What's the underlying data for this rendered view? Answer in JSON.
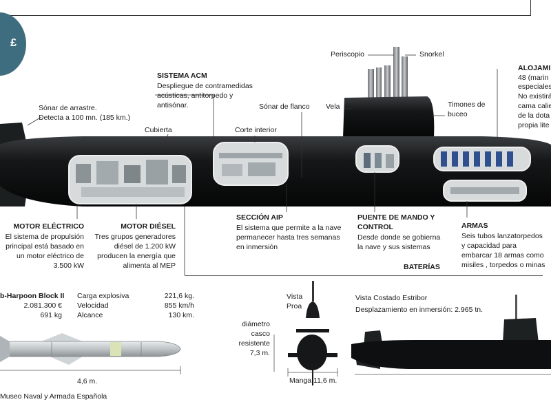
{
  "header": {
    "periscopio": "Periscopio",
    "snorkel": "Snorkel",
    "alojamiento_title": "ALOJAMI",
    "alojamiento_lines": [
      "48 (marin",
      "especiales",
      "No existirá",
      "cama calie",
      "de la dota",
      "propia lite"
    ]
  },
  "labels": {
    "sistema_acm_title": "SISTEMA ACM",
    "sistema_acm_lines": [
      "Despliegue de contramedidas",
      "acústicas, antitorpedo y",
      "antisónar."
    ],
    "sonar_arrastre_lines": [
      "Sónar de arrastre.",
      "Detecta a 100 mn. (185 km.)"
    ],
    "sonar_flanco": "Sónar de flanco",
    "vela": "Vela",
    "timones_lines": [
      "Timones de",
      "buceo"
    ],
    "cubierta": "Cubierta",
    "corte_interior": "Corte interior"
  },
  "sections": {
    "motor_electrico_title": "MOTOR ELÉCTRICO",
    "motor_electrico_lines": [
      "El sistema de propulsión",
      "principal está basado en",
      "un motor eléctrico de",
      "3.500 kW"
    ],
    "motor_diesel_title": "MOTOR DIÉSEL",
    "motor_diesel_lines": [
      "Tres grupos generadores",
      "diésel de 1.200 kW",
      "producen la energía que",
      "alimenta al MEP"
    ],
    "seccion_aip_title": "SECCIÓN AIP",
    "seccion_aip_lines": [
      "El sistema que permite a la nave",
      "permanecer hasta tres semanas",
      "en inmersión"
    ],
    "puente_title_lines": [
      "PUENTE DE MANDO Y",
      "CONTROL"
    ],
    "puente_lines": [
      "Desde donde se gobierna",
      "la nave y sus sistemas"
    ],
    "armas_title": "ARMAS",
    "armas_lines": [
      "Seis tubos lanzatorpedos",
      "y capacidad para",
      "embarcar 18 armas como",
      "misiles , torpedos o minas"
    ],
    "baterias": "BATERÍAS"
  },
  "missile": {
    "name": "b-Harpoon Block II",
    "price": "2.081.300 €",
    "weight": "691 kg",
    "specs": [
      {
        "label": "Carga explosiva",
        "value": "221,6 kg."
      },
      {
        "label": "Velocidad",
        "value": "855 km/h"
      },
      {
        "label": "Alcance",
        "value": "130 km."
      }
    ],
    "length": "4,6 m.",
    "credit": "Museo Naval y Armada Española"
  },
  "views": {
    "vista_proa_lines": [
      "Vista",
      "Proa"
    ],
    "diametro_lines": [
      "diámetro",
      "casco",
      "resistente",
      "7,3 m."
    ],
    "manga": "Manga 11,6 m.",
    "costado_title": "Vista Costado Estribor",
    "desplazamiento": "Desplazamiento en inmersión: 2.965 tn."
  }
}
